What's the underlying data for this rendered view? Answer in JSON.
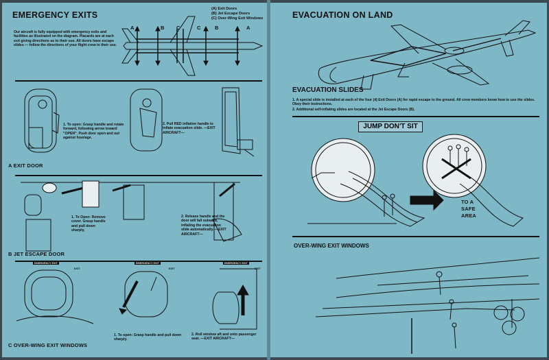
{
  "left": {
    "title": "EMERGENCY EXITS",
    "intro": "Our aircraft is fully equipped with emergency exits and facilities as illustrated on the diagram. Placards are at each exit giving directions as to their use. All doors have escape slides — follow the directions of your flight crew in their use.",
    "legend": [
      "(A)  Exit Doors",
      "(B)  Jet Escape Doors",
      "(C)  Over-Wing Exit Windows"
    ],
    "diagram_letters": [
      "A",
      "B",
      "C",
      "C",
      "B",
      "A"
    ],
    "section_a": {
      "label": "A  EXIT DOOR",
      "step1": "1. To open: Grasp handle and rotate forward, following arrow toward \"OPEN\". Push door open and out against fuselage.",
      "step2": "2. Pull RED inflation handle to inflate evacuation slide. —EXIT AIRCRAFT—"
    },
    "section_b": {
      "label": "B  JET ESCAPE DOOR",
      "step1": "1. To Open: Remove cover. Grasp handle and pull down sharply.",
      "step2": "2. Release handle and the door will fall outward, inflating the evacuation slide automatically. —EXIT AIRCRAFT—"
    },
    "section_c": {
      "label": "C  OVER-WING EXIT WINDOWS",
      "step1": "1. To open: Grasp handle and pull down sharply.",
      "step2": "2. Roll window aft and onto passenger seat. —EXIT AIRCRAFT—",
      "placard": "EMERGENCY EXIT",
      "exit_sign": "EXIT"
    }
  },
  "right": {
    "title": "EVACUATION ON LAND",
    "slides_title": "EVACUATION SLIDES",
    "slides_text": [
      "1. A special slide is installed at each of the four (4) Exit Doors (A) for rapid escape to the ground. All crew members know how to use the slides. Obey their instructions.",
      "2. Additional self-inflating slides are located at the Jet Escape Doors (B)."
    ],
    "jump_banner": "JUMP DON'T SIT",
    "safe_area": "TO A SAFE AREA",
    "overwing_title": "OVER-WING EXIT WINDOWS"
  }
}
